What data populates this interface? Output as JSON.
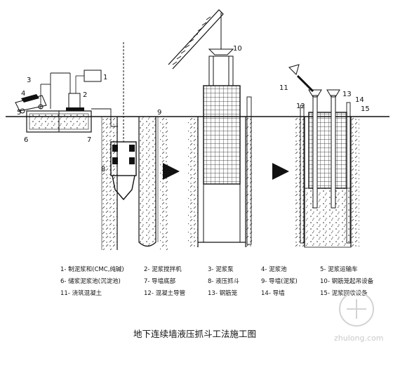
{
  "caption": "地下连续墙液压抓斗工法施工图",
  "watermark": "zhulong.com",
  "callouts": [
    "1",
    "2",
    "3",
    "4",
    "5",
    "6",
    "7",
    "8",
    "9",
    "10",
    "11",
    "12",
    "13",
    "14",
    "15"
  ],
  "legend": [
    "1- 制泥浆和(CMC,纯碱)",
    "2- 泥浆搅拌机",
    "3- 泥浆泵",
    "4- 泥浆池",
    "5- 泥浆运输车",
    "6- 储浆泥浆池(沉淀池)",
    "7- 导墙底部",
    "8- 液压抓斗",
    "9- 导墙(泥浆)",
    "10- 钢筋笼起吊设备",
    "11- 浇筑混凝土",
    "12- 混凝土导管",
    "13- 钢筋笼",
    "14- 导墙",
    "15- 泥浆回收设备"
  ],
  "colors": {
    "line": "#111111",
    "soil": "#444444",
    "watermark": "#cccccc"
  }
}
